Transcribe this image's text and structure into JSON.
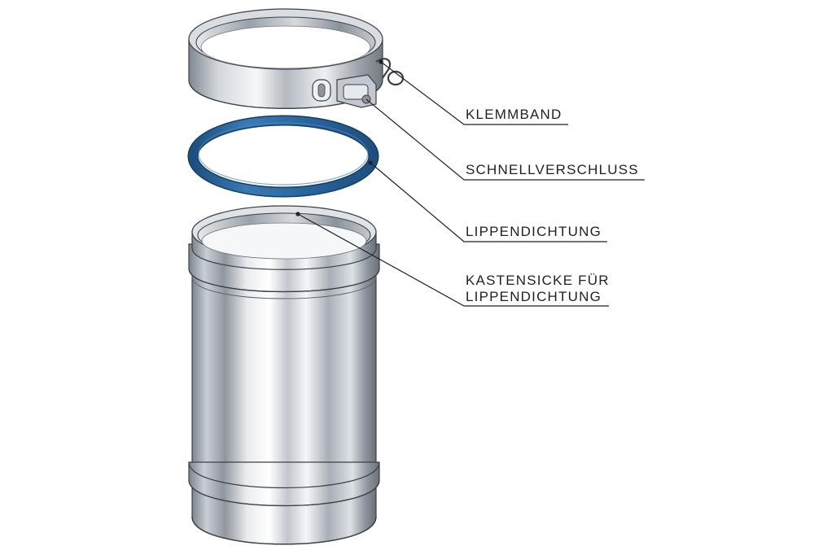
{
  "diagram": {
    "callouts": [
      {
        "id": "klemmband",
        "lines": [
          "KLEMMBAND"
        ]
      },
      {
        "id": "schnellverschluss",
        "lines": [
          "SCHNELLVERSCHLUSS"
        ]
      },
      {
        "id": "lippendichtung",
        "lines": [
          "LIPPENDICHTUNG"
        ]
      },
      {
        "id": "kastensicke",
        "lines": [
          "KASTENSICKE FÜR",
          "LIPPENDICHTUNG"
        ]
      }
    ],
    "colors": {
      "seal": "#2f6fa8",
      "seal_dark": "#1d4f7e",
      "steel_light": "#f2f4f7",
      "steel_mid": "#b9bfc7",
      "steel_dark": "#6f767f",
      "line": "#231f20"
    }
  }
}
